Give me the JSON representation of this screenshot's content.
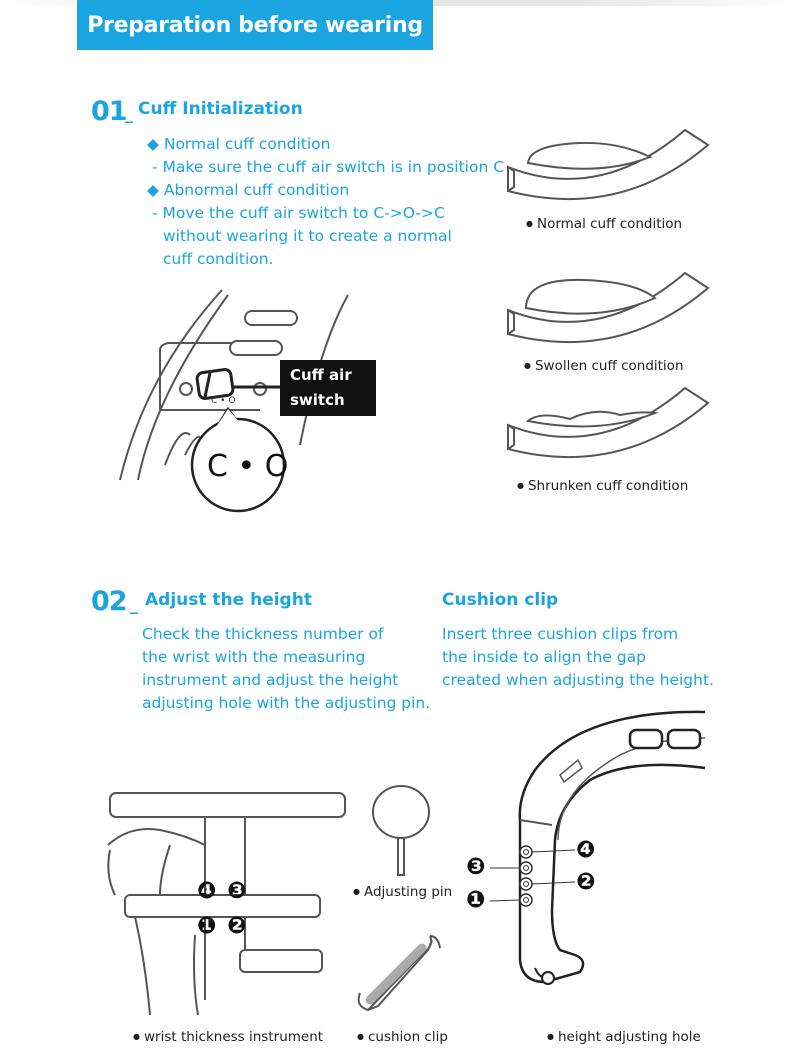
{
  "header": {
    "title": "Preparation before wearing"
  },
  "section1": {
    "number": "01",
    "title": "Cuff Initialization",
    "lines": [
      "◆ Normal cuff condition",
      "- Make sure the cuff air switch is in position C",
      "◆ Abnormal cuff condition",
      "- Move the cuff air switch to C->O->C",
      "without wearing it to create a normal",
      "cuff condition."
    ],
    "switch_label_line1": "Cuff air",
    "switch_label_line2": "switch",
    "switch_small_text": "C • O",
    "switch_big_text": "C • O",
    "captions": {
      "normal": "Normal cuff condition",
      "swollen": "Swollen cuff condition",
      "shrunken": "Shrunken cuff condition"
    }
  },
  "section2": {
    "number": "02",
    "title": "Adjust the height",
    "lines": [
      "Check the thickness number of",
      "the wrist with the measuring",
      "instrument and adjust the height",
      "adjusting hole with the adjusting pin."
    ],
    "captions": {
      "instrument": "wrist thickness instrument",
      "pin": "Adjusting pin",
      "clip": "cushion clip",
      "hole": "height adjusting hole"
    },
    "markers": [
      "❶",
      "❷",
      "❸",
      "❹"
    ]
  },
  "section3": {
    "title": "Cushion clip",
    "lines": [
      "Insert three cushion clips from",
      "the inside to align the gap",
      "created when adjusting the height."
    ]
  }
}
